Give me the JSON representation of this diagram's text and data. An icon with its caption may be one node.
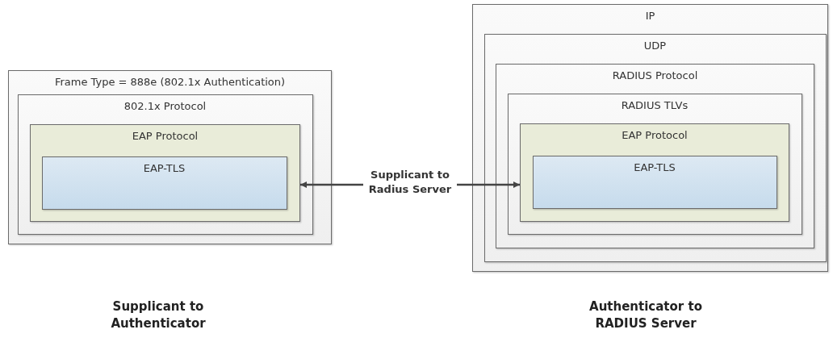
{
  "diagram": {
    "nodes": [
      {
        "text": [
          "Frame Type = 888e (802.1x Authentication)"
        ]
      },
      {
        "text": [
          "802.1x Protocol"
        ],
        "in": 0
      },
      {
        "text": [
          "EAP Protocol"
        ],
        "in": 1
      },
      {
        "text": [
          "EAP-TLS"
        ],
        "in": 2
      },
      {
        "text": [
          "IP"
        ]
      },
      {
        "text": [
          "UDP"
        ],
        "in": 4
      },
      {
        "text": [
          "RADIUS Protocol"
        ],
        "in": 5
      },
      {
        "text": [
          "RADIUS TLVs"
        ],
        "in": 6
      },
      {
        "text": [
          "EAP Protocol"
        ],
        "in": 7
      },
      {
        "text": [
          "EAP-TLS"
        ],
        "in": 8
      }
    ],
    "edges": [
      {
        "from": 2,
        "to": 8,
        "arrow": "both",
        "label": "Supplicant to Radius Server"
      }
    ],
    "labels": [
      "Supplicant to Authenticator",
      "Authenticator to RADIUS Server"
    ]
  }
}
